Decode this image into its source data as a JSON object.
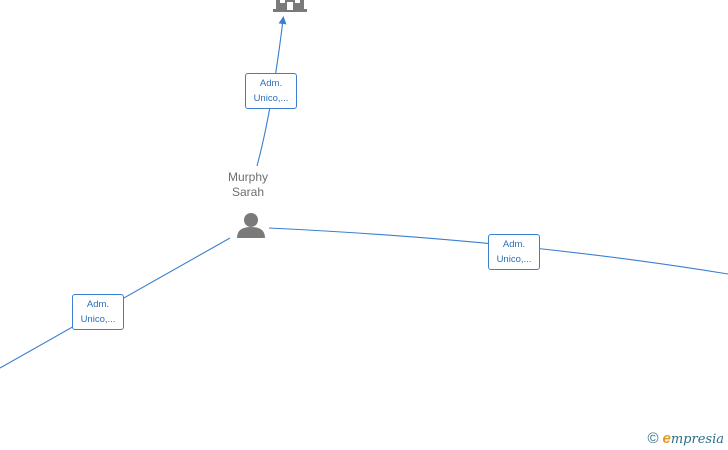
{
  "nodes": {
    "person": {
      "name_line1": "Murphy",
      "name_line2": "Sarah",
      "icon": "person-icon"
    },
    "company": {
      "icon": "building-icon"
    }
  },
  "edges": [
    {
      "id": "to-company",
      "label_line1": "Adm.",
      "label_line2": "Unico,..."
    },
    {
      "id": "to-right",
      "label_line1": "Adm.",
      "label_line2": "Unico,..."
    },
    {
      "id": "to-left",
      "label_line1": "Adm.",
      "label_line2": "Unico,..."
    }
  ],
  "brand": {
    "copyright": "©",
    "initial": "e",
    "rest": "mpresia"
  },
  "colors": {
    "edge": "#3a7fd0",
    "icon": "#7a7a7a",
    "brand_accent": "#e39b22"
  }
}
